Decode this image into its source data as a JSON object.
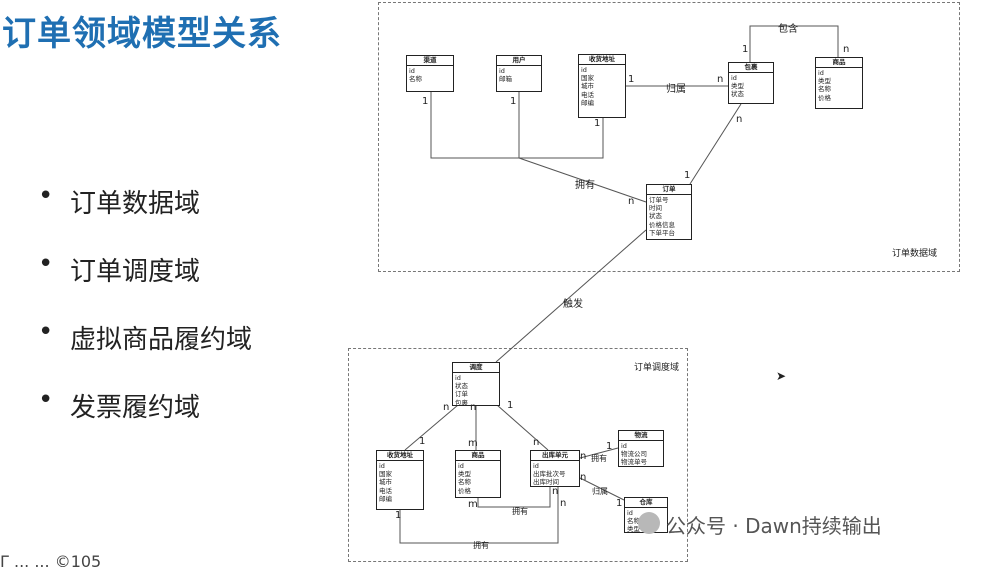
{
  "title": "订单领域模型关系",
  "bullets": [
    "订单数据域",
    "订单调度域",
    "虚拟商品履约域",
    "发票履约域"
  ],
  "regions": {
    "order_data": "订单数据域",
    "order_dispatch": "订单调度域"
  },
  "entities": {
    "channel": {
      "name": "渠道",
      "fields": [
        "id",
        "名称"
      ]
    },
    "user": {
      "name": "用户",
      "fields": [
        "id",
        "邮箱"
      ]
    },
    "address_top": {
      "name": "收货地址",
      "fields": [
        "id",
        "国家",
        "城市",
        "电话",
        "邮编"
      ]
    },
    "package": {
      "name": "包裹",
      "fields": [
        "id",
        "类型",
        "状态"
      ]
    },
    "product_top": {
      "name": "商品",
      "fields": [
        "id",
        "类型",
        "名称",
        "价格"
      ]
    },
    "order": {
      "name": "订单",
      "fields": [
        "订单号",
        "时间",
        "状态",
        "价格信息",
        "下单平台"
      ]
    },
    "dispatch": {
      "name": "调度",
      "fields": [
        "id",
        "状态",
        "订单",
        "包裹"
      ]
    },
    "address_bottom": {
      "name": "收货地址",
      "fields": [
        "id",
        "国家",
        "城市",
        "电话",
        "邮编"
      ]
    },
    "product_bottom": {
      "name": "商品",
      "fields": [
        "id",
        "类型",
        "名称",
        "价格"
      ]
    },
    "outbound": {
      "name": "出库单元",
      "fields": [
        "id",
        "出库批次号",
        "出库时间"
      ]
    },
    "logistics": {
      "name": "物流",
      "fields": [
        "id",
        "物流公司",
        "物流单号"
      ]
    },
    "warehouse": {
      "name": "仓库",
      "fields": [
        "id",
        "名称",
        "类型"
      ]
    }
  },
  "relations": {
    "contains": "包含",
    "belongs": "归属",
    "owns": "拥有",
    "triggers": "触发",
    "owns_logistics": "拥有",
    "belongs_warehouse": "归属",
    "owns_outbound": "拥有",
    "owns_address": "拥有"
  },
  "cardinality": {
    "one": "1",
    "n": "n",
    "m": "m"
  },
  "watermark": "公众号 · Dawn持续输出",
  "footer": "Γ ... ... ©105"
}
